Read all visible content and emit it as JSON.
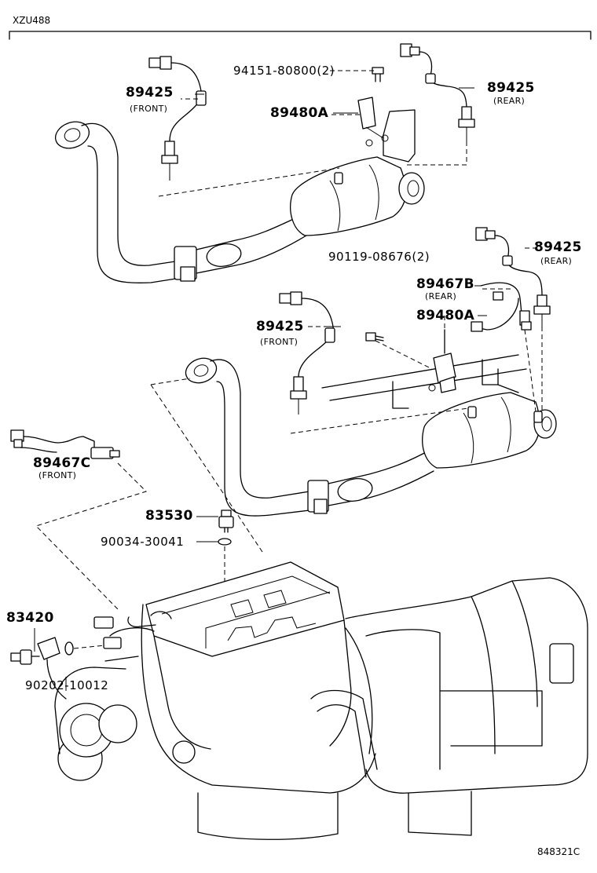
{
  "header": {
    "code": "XZU488"
  },
  "footer": {
    "code": "848321C"
  },
  "labels": {
    "upper_front_sensor": {
      "part": "89425",
      "position": "(FRONT)"
    },
    "upper_bolt": {
      "part": "94151-80800(2)"
    },
    "upper_bracket": {
      "part": "89480A"
    },
    "upper_rear_sensor": {
      "part": "89425",
      "position": "(REAR)"
    },
    "lower_bolt": {
      "part": "90119-08676(2)"
    },
    "lower_rear_sensor": {
      "part": "89425",
      "position": "(REAR)"
    },
    "lower_rear_relay": {
      "part": "89467B",
      "position": "(REAR)"
    },
    "lower_bracket": {
      "part": "89480A"
    },
    "lower_front_sensor": {
      "part": "89425",
      "position": "(FRONT)"
    },
    "front_af_sensor": {
      "part": "89467C",
      "position": "(FRONT)"
    },
    "temp_switch": {
      "part": "83530"
    },
    "gasket": {
      "part": "90034-30041"
    },
    "oil_sender": {
      "part": "83420"
    },
    "oil_gasket": {
      "part": "90202-10012"
    }
  }
}
